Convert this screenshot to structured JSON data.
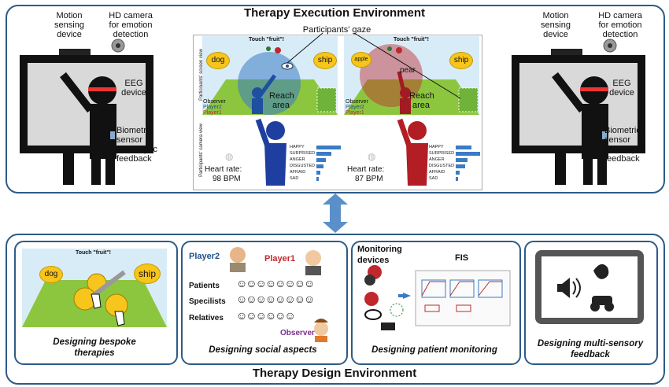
{
  "execution": {
    "title": "Therapy Execution Environment",
    "left_labels": {
      "motion": "Motion\nsensing\ndevice",
      "camera": "HD camera\nfor emotion\ndetection",
      "eeg": "EEG\ndevice",
      "bio": "Biometric\nsensor\nwith haptic\nfeedback"
    },
    "right_labels": {
      "motion": "Motion\nsensing\ndevice",
      "camera": "HD camera\nfor emotion\ndetection",
      "eeg": "EEG\ndevice",
      "bio": "Biometric\nsensor\nwith haptic\nfeedback"
    },
    "gaze_label": "Participants' gaze",
    "screen_view_label": "Participants' screen view",
    "camera_view_label": "Participants' camera view",
    "left_game": {
      "prompt": "Touch \"fruit\"!",
      "word_left": "dog",
      "word_right": "ship",
      "reach": "Reach\narea",
      "roles": [
        "Observer",
        "Player2",
        "Player1"
      ]
    },
    "right_game": {
      "prompt": "Touch \"fruit\"!",
      "word_left": "apple",
      "word_center": "pear",
      "word_right": "ship",
      "reach": "Reach\narea",
      "roles": [
        "Observer",
        "Player2",
        "Player1"
      ]
    },
    "left_cam": {
      "heart_label": "Heart rate:",
      "heart_value": "98 BPM",
      "emotions": [
        "HAPPY",
        "SURPRISED",
        "ANGER",
        "DISGUSTED",
        "AFRAID",
        "SAD"
      ],
      "levels": [
        0.9,
        0.55,
        0.35,
        0.25,
        0.15,
        0.1
      ]
    },
    "right_cam": {
      "heart_label": "Heart rate:",
      "heart_value": "87 BPM",
      "emotions": [
        "HAPPY",
        "SURPRISED",
        "ANGER",
        "DISGUSTED",
        "AFRAID",
        "SAD"
      ],
      "levels": [
        0.6,
        0.9,
        0.45,
        0.35,
        0.15,
        0.1
      ]
    }
  },
  "design": {
    "title": "Therapy Design Environment",
    "cards": [
      {
        "caption": "Designing bespoke\ntherapies",
        "prompt": "Touch \"fruit\"!",
        "word_left": "dog",
        "word_right": "ship"
      },
      {
        "caption": "Designing social aspects",
        "player2": "Player2",
        "player1": "Player1",
        "patients": "Patients",
        "specialists": "Specilists",
        "relatives": "Relatives",
        "observer": "Observer"
      },
      {
        "caption": "Designing patient monitoring",
        "devices": "Monitoring\ndevices",
        "fis": "FIS"
      },
      {
        "caption": "Designing multi-sensory\nfeedback"
      }
    ]
  },
  "colors": {
    "border": "#2d5b86",
    "arrow": "#5a8fc9",
    "player1": "#c0282d",
    "player2": "#1f4f8a",
    "observer": "#7a2f8f"
  }
}
